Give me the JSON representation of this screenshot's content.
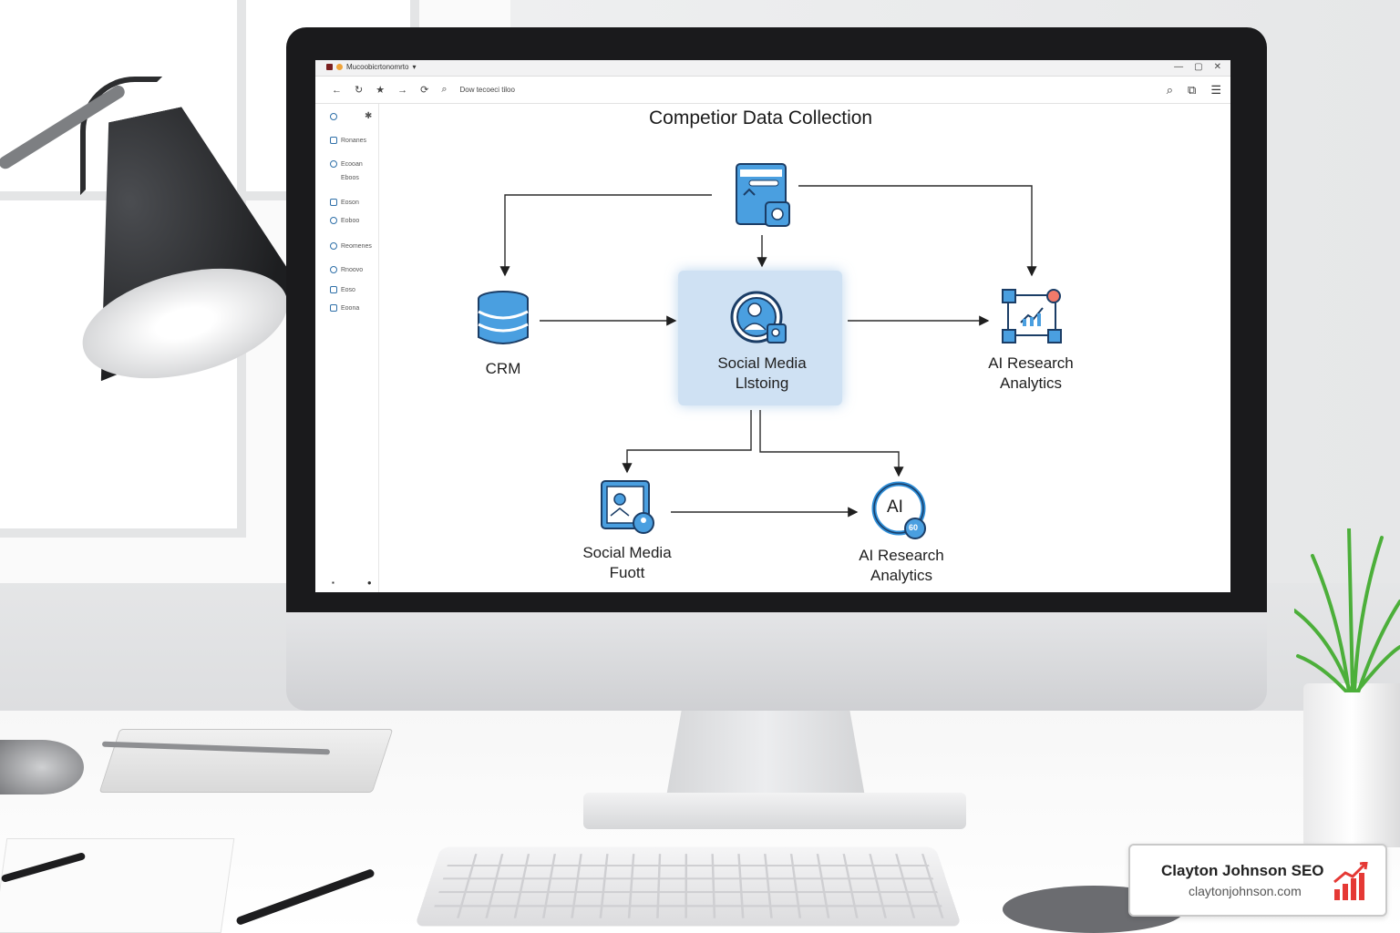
{
  "browser": {
    "tab_title": "Mucoobicrtonomrto",
    "address_text": "Dow tecoeci tiloo",
    "window_controls": [
      "—",
      "▢",
      "✕"
    ]
  },
  "sidebar": {
    "items": [
      {
        "label": "Ronanes"
      },
      {
        "label": "Ecooan"
      },
      {
        "label": "Eboos"
      },
      {
        "label": "Eoson"
      },
      {
        "label": "Eoboo"
      },
      {
        "label": "Reomenes"
      },
      {
        "label": "Rnoovo"
      },
      {
        "label": "Eoso"
      },
      {
        "label": "Eoona"
      }
    ]
  },
  "diagram": {
    "title": "Competior Data Collection",
    "nodes": {
      "top": {
        "icon": "document-form-icon"
      },
      "crm": {
        "label": "CRM",
        "icon": "database-icon"
      },
      "social_listening": {
        "label_line1": "Social Media",
        "label_line2": "Llstoing",
        "icon": "person-search-icon"
      },
      "ai_research_top": {
        "label_line1": "AI Research",
        "label_line2": "Analytics",
        "icon": "analytics-network-icon"
      },
      "social_footprint": {
        "label_line1": "Social Media",
        "label_line2": "Fuott",
        "icon": "media-tablet-icon"
      },
      "ai_research_bottom": {
        "label_line1": "AI Research",
        "label_line2": "Analytics",
        "icon": "ai-circle-icon",
        "badge": "AI",
        "sub_badge": "60"
      }
    },
    "accent_color": "#2f8fd8",
    "highlight_color": "#cfe1f3"
  },
  "brand": {
    "name": "Clayton Johnson SEO",
    "url": "claytonjohnson.com",
    "logo_color": "#e53935"
  }
}
